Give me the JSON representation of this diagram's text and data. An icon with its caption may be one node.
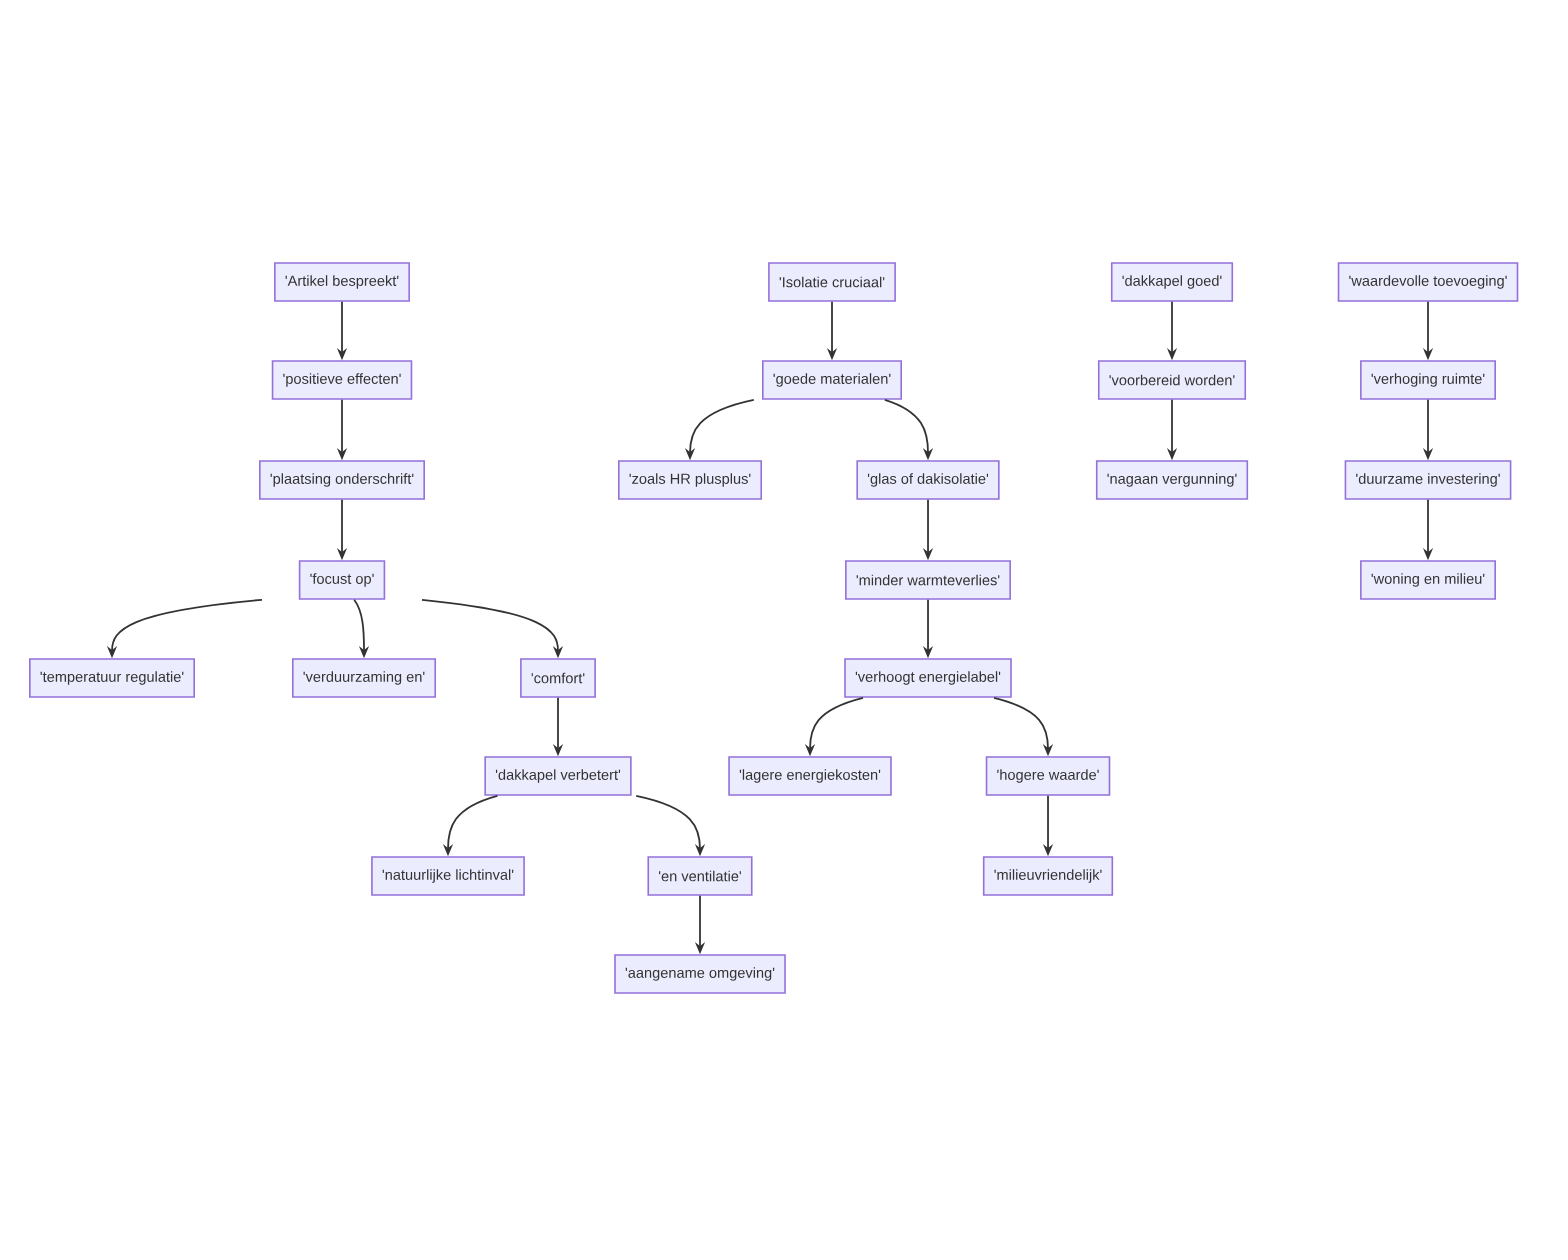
{
  "diagram": {
    "nodes": [
      {
        "text": [
          "'Artikel bespreekt'"
        ]
      },
      {
        "text": [
          "'positieve effecten'"
        ]
      },
      {
        "text": [
          "'plaatsing onderschrift'"
        ]
      },
      {
        "text": [
          "'focust op'"
        ]
      },
      {
        "text": [
          "'temperatuur regulatie'"
        ]
      },
      {
        "text": [
          "'verduurzaming en'"
        ]
      },
      {
        "text": [
          "'comfort'"
        ]
      },
      {
        "text": [
          "'dakkapel verbetert'"
        ]
      },
      {
        "text": [
          "'natuurlijke lichtinval'"
        ]
      },
      {
        "text": [
          "'en ventilatie'"
        ]
      },
      {
        "text": [
          "'aangename omgeving'"
        ]
      },
      {
        "text": [
          "'Isolatie cruciaal'"
        ]
      },
      {
        "text": [
          "'goede materialen'"
        ]
      },
      {
        "text": [
          "'zoals HR plusplus'"
        ]
      },
      {
        "text": [
          "'glas of dakisolatie'"
        ]
      },
      {
        "text": [
          "'minder warmteverlies'"
        ]
      },
      {
        "text": [
          "'verhoogt energielabel'"
        ]
      },
      {
        "text": [
          "'lagere energiekosten'"
        ]
      },
      {
        "text": [
          "'hogere waarde'"
        ]
      },
      {
        "text": [
          "'milieuvriendelijk'"
        ]
      },
      {
        "text": [
          "'dakkapel goed'"
        ]
      },
      {
        "text": [
          "'voorbereid worden'"
        ]
      },
      {
        "text": [
          "'nagaan vergunning'"
        ]
      },
      {
        "text": [
          "'waardevolle toevoeging'"
        ]
      },
      {
        "text": [
          "'verhoging ruimte'"
        ]
      },
      {
        "text": [
          "'duurzame investering'"
        ]
      },
      {
        "text": [
          "'woning en milieu'"
        ]
      }
    ],
    "edges": [
      {
        "from": 0,
        "to": 1,
        "arrow": "to"
      },
      {
        "from": 1,
        "to": 2,
        "arrow": "to"
      },
      {
        "from": 2,
        "to": 3,
        "arrow": "to"
      },
      {
        "from": 3,
        "to": 4,
        "arrow": "to"
      },
      {
        "from": 3,
        "to": 5,
        "arrow": "to"
      },
      {
        "from": 3,
        "to": 6,
        "arrow": "to"
      },
      {
        "from": 6,
        "to": 7,
        "arrow": "to"
      },
      {
        "from": 7,
        "to": 8,
        "arrow": "to"
      },
      {
        "from": 7,
        "to": 9,
        "arrow": "to"
      },
      {
        "from": 9,
        "to": 10,
        "arrow": "to"
      },
      {
        "from": 11,
        "to": 12,
        "arrow": "to"
      },
      {
        "from": 12,
        "to": 13,
        "arrow": "to"
      },
      {
        "from": 12,
        "to": 14,
        "arrow": "to"
      },
      {
        "from": 14,
        "to": 15,
        "arrow": "to"
      },
      {
        "from": 15,
        "to": 16,
        "arrow": "to"
      },
      {
        "from": 16,
        "to": 17,
        "arrow": "to"
      },
      {
        "from": 16,
        "to": 18,
        "arrow": "to"
      },
      {
        "from": 18,
        "to": 19,
        "arrow": "to"
      },
      {
        "from": 20,
        "to": 21,
        "arrow": "to"
      },
      {
        "from": 21,
        "to": 22,
        "arrow": "to"
      },
      {
        "from": 23,
        "to": 24,
        "arrow": "to"
      },
      {
        "from": 24,
        "to": 25,
        "arrow": "to"
      },
      {
        "from": 25,
        "to": 26,
        "arrow": "to"
      }
    ]
  }
}
